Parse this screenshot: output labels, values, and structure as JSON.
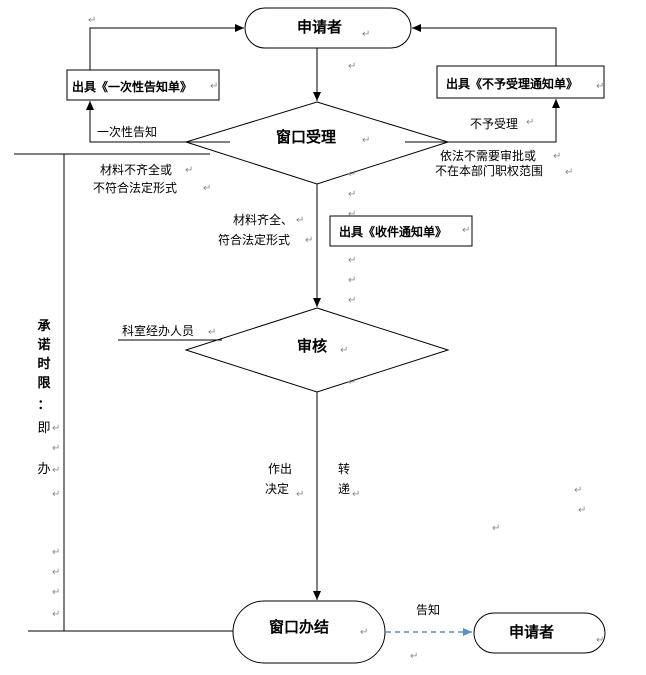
{
  "nodes": {
    "applicant_top": "申请者",
    "window_accept": "窗口受理",
    "review": "审核",
    "window_finish": "窗口办结",
    "applicant_bottom": "申请者"
  },
  "boxes": {
    "one_time_notice": "出具《一次性告知单》",
    "not_accept_notice": "出具《不予受理通知单》",
    "receipt_notice": "出具《收件通知单》"
  },
  "edges": {
    "one_time": "一次性告知",
    "not_accept": "不予受理",
    "incomplete_1": "材料不齐全或",
    "incomplete_2": "不符合法定形式",
    "out_of_scope_1": "依法不需要审批或",
    "out_of_scope_2": "不在本部门职权范围",
    "complete_1": "材料齐全、",
    "complete_2": "符合法定形式",
    "staff": "科室经办人员",
    "decide_1": "作出",
    "decide_2": "决定",
    "transfer_1": "转",
    "transfer_2": "递",
    "notify": "告知"
  },
  "promise": {
    "c1": "承",
    "c2": "诺",
    "c3": "时",
    "c4": "限",
    "c5": "：",
    "c6": "即",
    "c7": "办"
  },
  "para_mark": "↵",
  "colors": {
    "line": "#000000",
    "dashed_arrow": "#5b8fc9",
    "para_mark": "#8a8a8a"
  }
}
